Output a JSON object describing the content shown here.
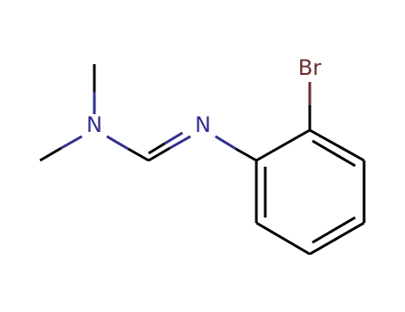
{
  "molecule": {
    "atoms": {
      "nitrogen_amine": "N",
      "nitrogen_imine": "N",
      "bromine": "Br"
    },
    "colors": {
      "bond": "#000000",
      "nitrogen": "#30308f",
      "bromine": "#6b2e2e"
    }
  }
}
